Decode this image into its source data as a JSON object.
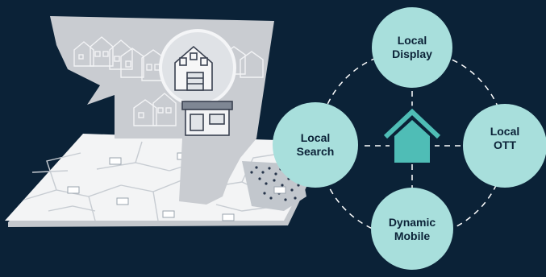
{
  "colors": {
    "background": "#0b2237",
    "node_fill": "#a8dfdc",
    "house_fill": "#4fbdb6",
    "connector": "#ffffff",
    "map_ground": "#f3f4f5",
    "callout": "#c9ccd1"
  },
  "illustration": {
    "icons": [
      "houses-callout-illustration",
      "neighborhood-map-illustration"
    ]
  },
  "diagram": {
    "center_icon": "house-icon",
    "nodes": [
      {
        "id": "top",
        "label": "Local\nDisplay"
      },
      {
        "id": "left",
        "label": "Local\nSearch"
      },
      {
        "id": "right",
        "label": "Local\nOTT"
      },
      {
        "id": "bottom",
        "label": "Dynamic\nMobile"
      }
    ]
  }
}
